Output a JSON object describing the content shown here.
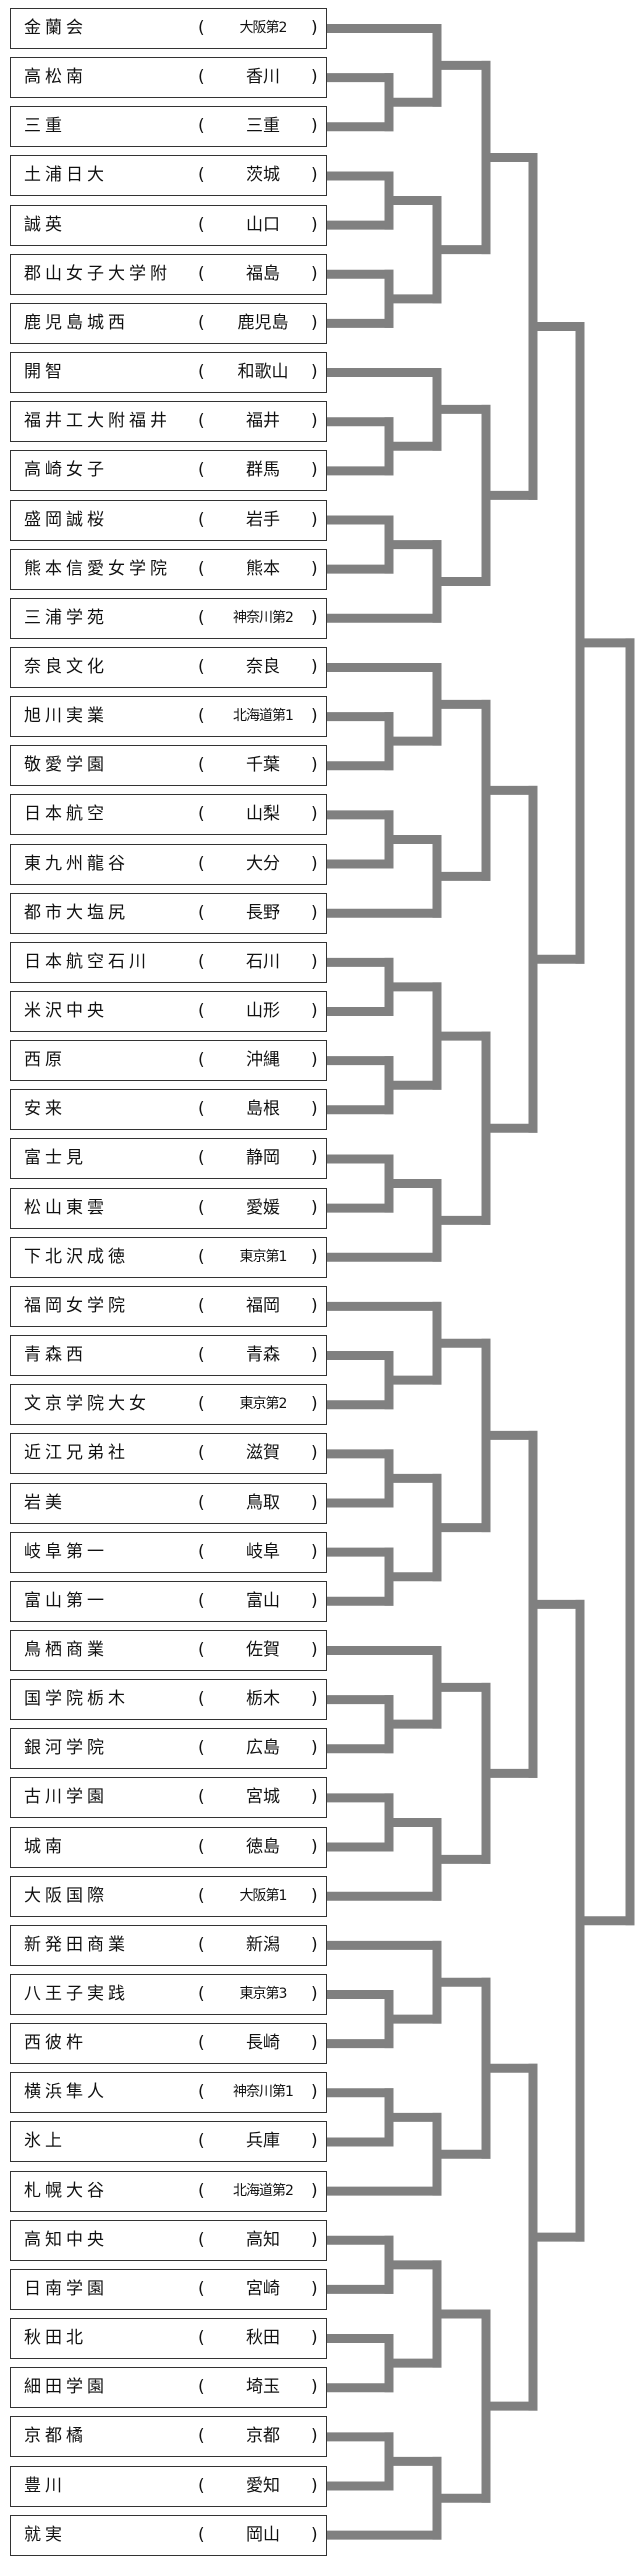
{
  "teams": [
    {
      "name": "金蘭会",
      "pref": "大阪第2"
    },
    {
      "name": "高松南",
      "pref": "香川"
    },
    {
      "name": "三重",
      "pref": "三重"
    },
    {
      "name": "土浦日大",
      "pref": "茨城"
    },
    {
      "name": "誠英",
      "pref": "山口"
    },
    {
      "name": "郡山女子大学附",
      "pref": "福島"
    },
    {
      "name": "鹿児島城西",
      "pref": "鹿児島"
    },
    {
      "name": "開智",
      "pref": "和歌山"
    },
    {
      "name": "福井工大附福井",
      "pref": "福井"
    },
    {
      "name": "高崎女子",
      "pref": "群馬"
    },
    {
      "name": "盛岡誠桜",
      "pref": "岩手"
    },
    {
      "name": "熊本信愛女学院",
      "pref": "熊本"
    },
    {
      "name": "三浦学苑",
      "pref": "神奈川第2"
    },
    {
      "name": "奈良文化",
      "pref": "奈良"
    },
    {
      "name": "旭川実業",
      "pref": "北海道第1"
    },
    {
      "name": "敬愛学園",
      "pref": "千葉"
    },
    {
      "name": "日本航空",
      "pref": "山梨"
    },
    {
      "name": "東九州龍谷",
      "pref": "大分"
    },
    {
      "name": "都市大塩尻",
      "pref": "長野"
    },
    {
      "name": "日本航空石川",
      "pref": "石川"
    },
    {
      "name": "米沢中央",
      "pref": "山形"
    },
    {
      "name": "西原",
      "pref": "沖縄"
    },
    {
      "name": "安来",
      "pref": "島根"
    },
    {
      "name": "富士見",
      "pref": "静岡"
    },
    {
      "name": "松山東雲",
      "pref": "愛媛"
    },
    {
      "name": "下北沢成徳",
      "pref": "東京第1"
    },
    {
      "name": "福岡女学院",
      "pref": "福岡"
    },
    {
      "name": "青森西",
      "pref": "青森"
    },
    {
      "name": "文京学院大女",
      "pref": "東京第2"
    },
    {
      "name": "近江兄弟社",
      "pref": "滋賀"
    },
    {
      "name": "岩美",
      "pref": "鳥取"
    },
    {
      "name": "岐阜第一",
      "pref": "岐阜"
    },
    {
      "name": "富山第一",
      "pref": "富山"
    },
    {
      "name": "鳥栖商業",
      "pref": "佐賀"
    },
    {
      "name": "国学院栃木",
      "pref": "栃木"
    },
    {
      "name": "銀河学院",
      "pref": "広島"
    },
    {
      "name": "古川学園",
      "pref": "宮城"
    },
    {
      "name": "城南",
      "pref": "徳島"
    },
    {
      "name": "大阪国際",
      "pref": "大阪第1"
    },
    {
      "name": "新発田商業",
      "pref": "新潟"
    },
    {
      "name": "八王子実践",
      "pref": "東京第3"
    },
    {
      "name": "西彼杵",
      "pref": "長崎"
    },
    {
      "name": "横浜隼人",
      "pref": "神奈川第1"
    },
    {
      "name": "氷上",
      "pref": "兵庫"
    },
    {
      "name": "札幌大谷",
      "pref": "北海道第2"
    },
    {
      "name": "高知中央",
      "pref": "高知"
    },
    {
      "name": "日南学園",
      "pref": "宮崎"
    },
    {
      "name": "秋田北",
      "pref": "秋田"
    },
    {
      "name": "細田学園",
      "pref": "埼玉"
    },
    {
      "name": "京都橘",
      "pref": "京都"
    },
    {
      "name": "豊川",
      "pref": "愛知"
    },
    {
      "name": "就実",
      "pref": "岡山"
    }
  ],
  "bracket": [
    [
      [
        [
          [
            0,
            [
              1,
              2
            ]
          ],
          [
            [
              3,
              4
            ],
            [
              5,
              6
            ]
          ]
        ],
        [
          [
            7,
            [
              8,
              9
            ]
          ],
          [
            [
              10,
              11
            ],
            12
          ]
        ]
      ],
      [
        [
          [
            13,
            [
              14,
              15
            ]
          ],
          [
            [
              16,
              17
            ],
            18
          ]
        ],
        [
          [
            [
              19,
              20
            ],
            [
              21,
              22
            ]
          ],
          [
            [
              23,
              24
            ],
            25
          ]
        ]
      ]
    ],
    [
      [
        [
          [
            26,
            [
              27,
              28
            ]
          ],
          [
            [
              29,
              30
            ],
            [
              31,
              32
            ]
          ]
        ],
        [
          [
            33,
            [
              34,
              35
            ]
          ],
          [
            [
              36,
              37
            ],
            38
          ]
        ]
      ],
      [
        [
          [
            39,
            [
              40,
              41
            ]
          ],
          [
            [
              42,
              43
            ],
            44
          ]
        ],
        [
          [
            [
              45,
              46
            ],
            [
              47,
              48
            ]
          ],
          [
            [
              49,
              50
            ],
            51
          ]
        ]
      ]
    ]
  ],
  "colors": {
    "line": "#808080",
    "border": "#333333"
  },
  "symbols": {
    "open": "(",
    "close": ")"
  }
}
